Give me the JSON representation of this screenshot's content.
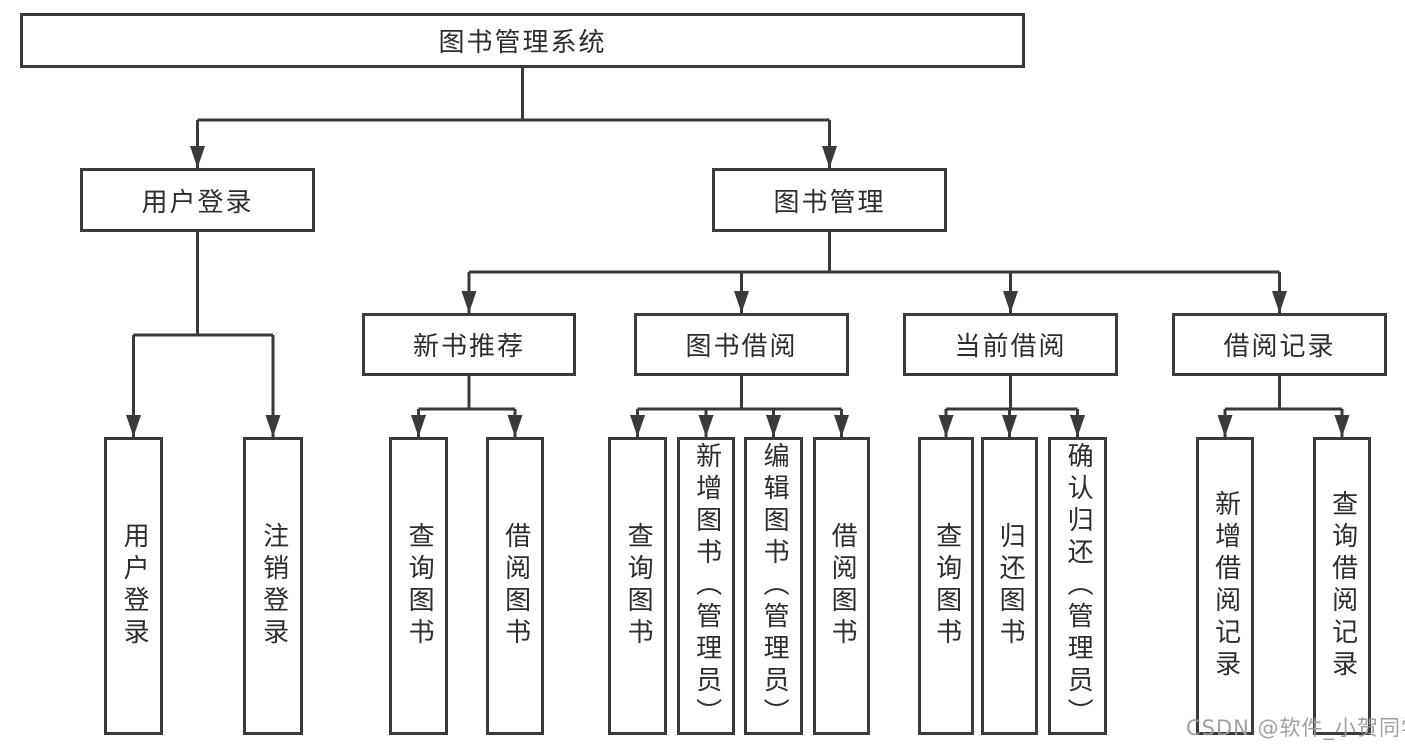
{
  "diagram": {
    "root": {
      "label": "图书管理系统"
    },
    "branches": [
      {
        "label": "用户登录",
        "children": [
          {
            "label": "用户登录"
          },
          {
            "label": "注销登录"
          }
        ]
      },
      {
        "label": "图书管理",
        "children": [
          {
            "label": "新书推荐",
            "children": [
              {
                "label": "查询图书"
              },
              {
                "label": "借阅图书"
              }
            ]
          },
          {
            "label": "图书借阅",
            "children": [
              {
                "label": "查询图书"
              },
              {
                "label": "新增图书（管理员）"
              },
              {
                "label": "编辑图书（管理员）"
              },
              {
                "label": "借阅图书"
              }
            ]
          },
          {
            "label": "当前借阅",
            "children": [
              {
                "label": "查询图书"
              },
              {
                "label": "归还图书"
              },
              {
                "label": "确认归还（管理员）"
              }
            ]
          },
          {
            "label": "借阅记录",
            "children": [
              {
                "label": "新增借阅记录"
              },
              {
                "label": "查询借阅记录"
              }
            ]
          }
        ]
      }
    ]
  },
  "watermark": {
    "text": "CSDN @软件_小贺同学"
  },
  "colors": {
    "line": "#3a3a3a",
    "text": "#2d2d2d",
    "background": "#ffffff",
    "watermark": "#9b9b9b"
  }
}
